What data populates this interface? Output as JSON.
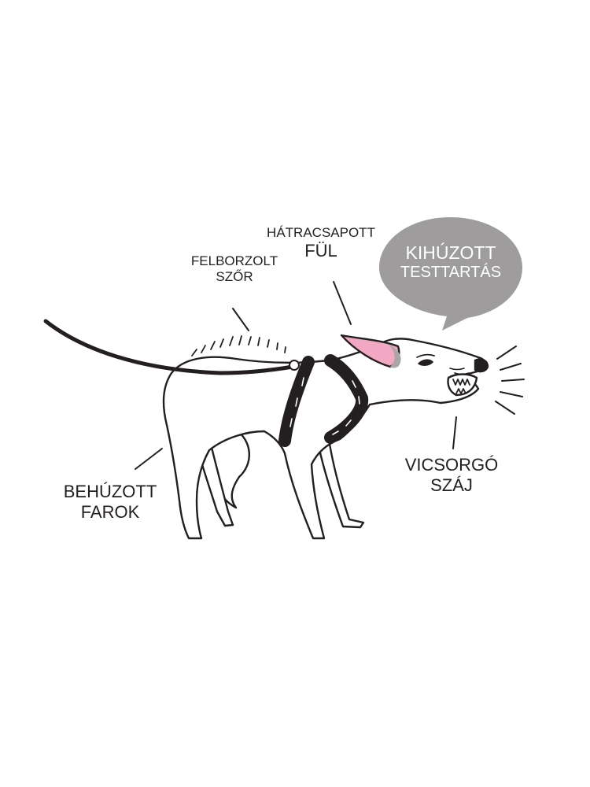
{
  "colors": {
    "ink": "#231f20",
    "ear_pink": "#f2a7c3",
    "ear_grey": "#a9a6a7",
    "bubble": "#9e9c9d",
    "bubble_text": "#ffffff",
    "background": "#ffffff"
  },
  "labels": {
    "raised_fur": [
      "FELBORZOLT",
      "SZŐR"
    ],
    "ears_back": [
      "HÁTRACSAPOTT",
      "FÜL"
    ],
    "snarling_mouth": [
      "VICSORGÓ",
      "SZÁJ"
    ],
    "tucked_tail": [
      "BEHÚZOTT",
      "FAROK"
    ]
  },
  "bubble": [
    "KIHÚZOTT",
    "TESTTARTÁS"
  ]
}
